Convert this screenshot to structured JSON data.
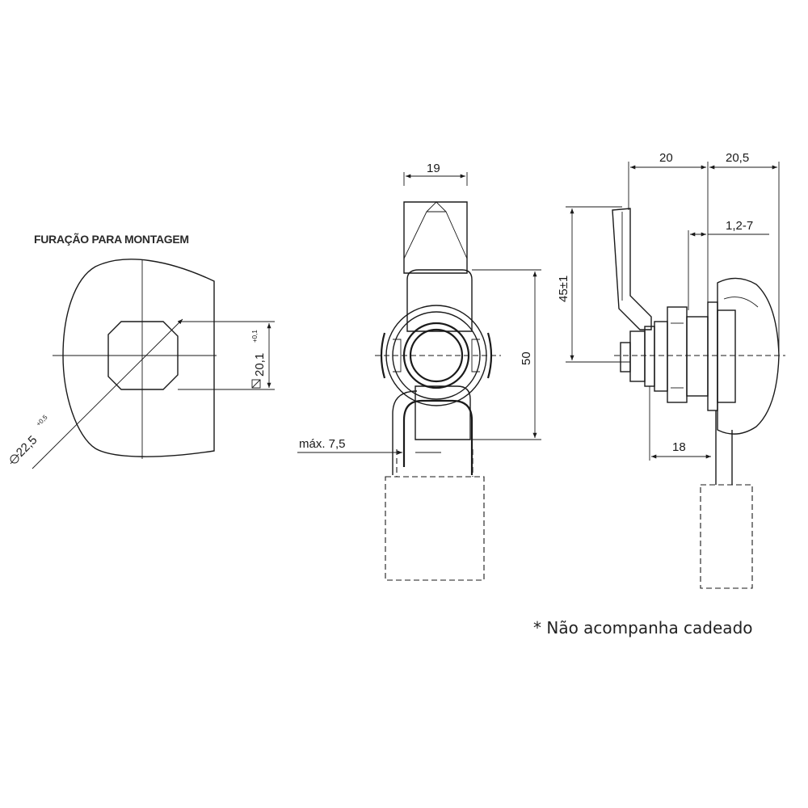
{
  "mounting": {
    "title": "FURAÇÃO PARA MONTAGEM",
    "dim_square": "20,1",
    "dim_square_tol": "+0,1",
    "dim_diameter": "22,5",
    "dim_diameter_tol": "+0,5"
  },
  "front_view": {
    "dim_width": "19",
    "dim_height": "50",
    "dim_max": "máx. 7,5"
  },
  "side_view": {
    "dim_left": "20",
    "dim_right": "20,5",
    "dim_thickness": "1,2-7",
    "dim_height": "45±1",
    "dim_bottom": "18"
  },
  "note": "* Não acompanha cadeado"
}
